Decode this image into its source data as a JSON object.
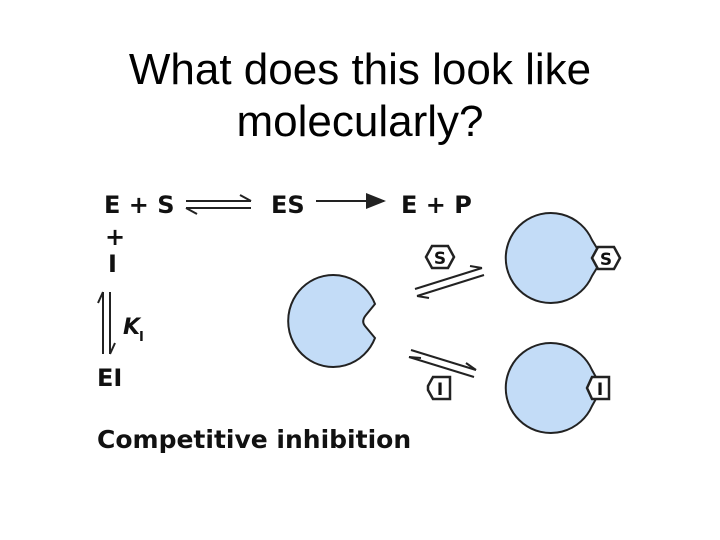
{
  "slide": {
    "title_line1": "What does this look like",
    "title_line2": "molecularly?"
  },
  "scheme": {
    "e_plus_s": "E + S",
    "es": "ES",
    "e_plus_p": "E + P",
    "plus": "+",
    "i": "I",
    "k": "K",
    "k_sub": "I",
    "ei": "EI"
  },
  "molecules": {
    "substrate_free": "S",
    "substrate_bound": "S",
    "inhibitor_free": "I",
    "inhibitor_bound": "I"
  },
  "caption": "Competitive inhibition",
  "colors": {
    "enzyme_fill": "#c3dcf7",
    "outline": "#222222"
  }
}
